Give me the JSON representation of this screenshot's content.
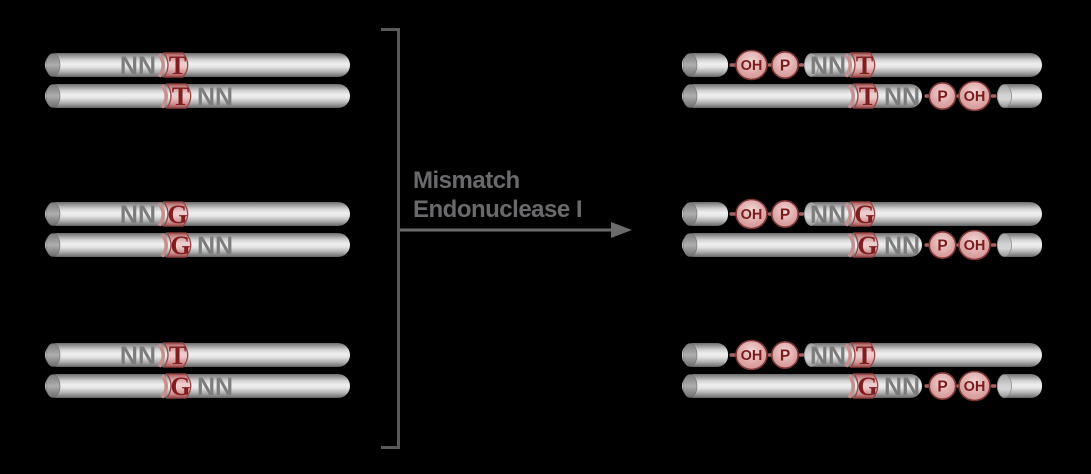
{
  "figure": {
    "background_color": "#000000",
    "description_labels": {
      "enzyme_line1": "Mismatch",
      "enzyme_line2": "Endonuclease I"
    }
  },
  "left_duplexes": [
    {
      "top_flank": "NN",
      "top_base": "T",
      "bottom_base": "T",
      "bottom_flank": "NN"
    },
    {
      "top_flank": "NN",
      "top_base": "G",
      "bottom_base": "G",
      "bottom_flank": "NN"
    },
    {
      "top_flank": "NN",
      "top_base": "T",
      "bottom_base": "G",
      "bottom_flank": "NN"
    }
  ],
  "right_products": [
    {
      "top_hydroxyl": "OH",
      "top_phosphate": "P",
      "top_flank": "NN",
      "top_base": "T",
      "bottom_base": "T",
      "bottom_flank": "NN",
      "bottom_phosphate": "P",
      "bottom_hydroxyl": "OH"
    },
    {
      "top_hydroxyl": "OH",
      "top_phosphate": "P",
      "top_flank": "NN",
      "top_base": "G",
      "bottom_base": "G",
      "bottom_flank": "NN",
      "bottom_phosphate": "P",
      "bottom_hydroxyl": "OH"
    },
    {
      "top_hydroxyl": "OH",
      "top_phosphate": "P",
      "top_flank": "NN",
      "top_base": "T",
      "bottom_base": "G",
      "bottom_flank": "NN",
      "bottom_phosphate": "P",
      "bottom_hydroxyl": "OH"
    }
  ],
  "colors": {
    "rod_gray_highlight": "#efefef",
    "rod_gray_shadow": "#636363",
    "mismatch_band_pink": "#ecc9c9",
    "mismatch_band_edge": "#9a4545",
    "base_letter_red": "#7f1d20",
    "flank_letter_gray": "#7c7c7c",
    "chem_circle_pink": "#e0acac",
    "chem_circle_edge": "#7e3535",
    "label_gray": "#6a6a6d",
    "bracket_gray": "#595959"
  }
}
